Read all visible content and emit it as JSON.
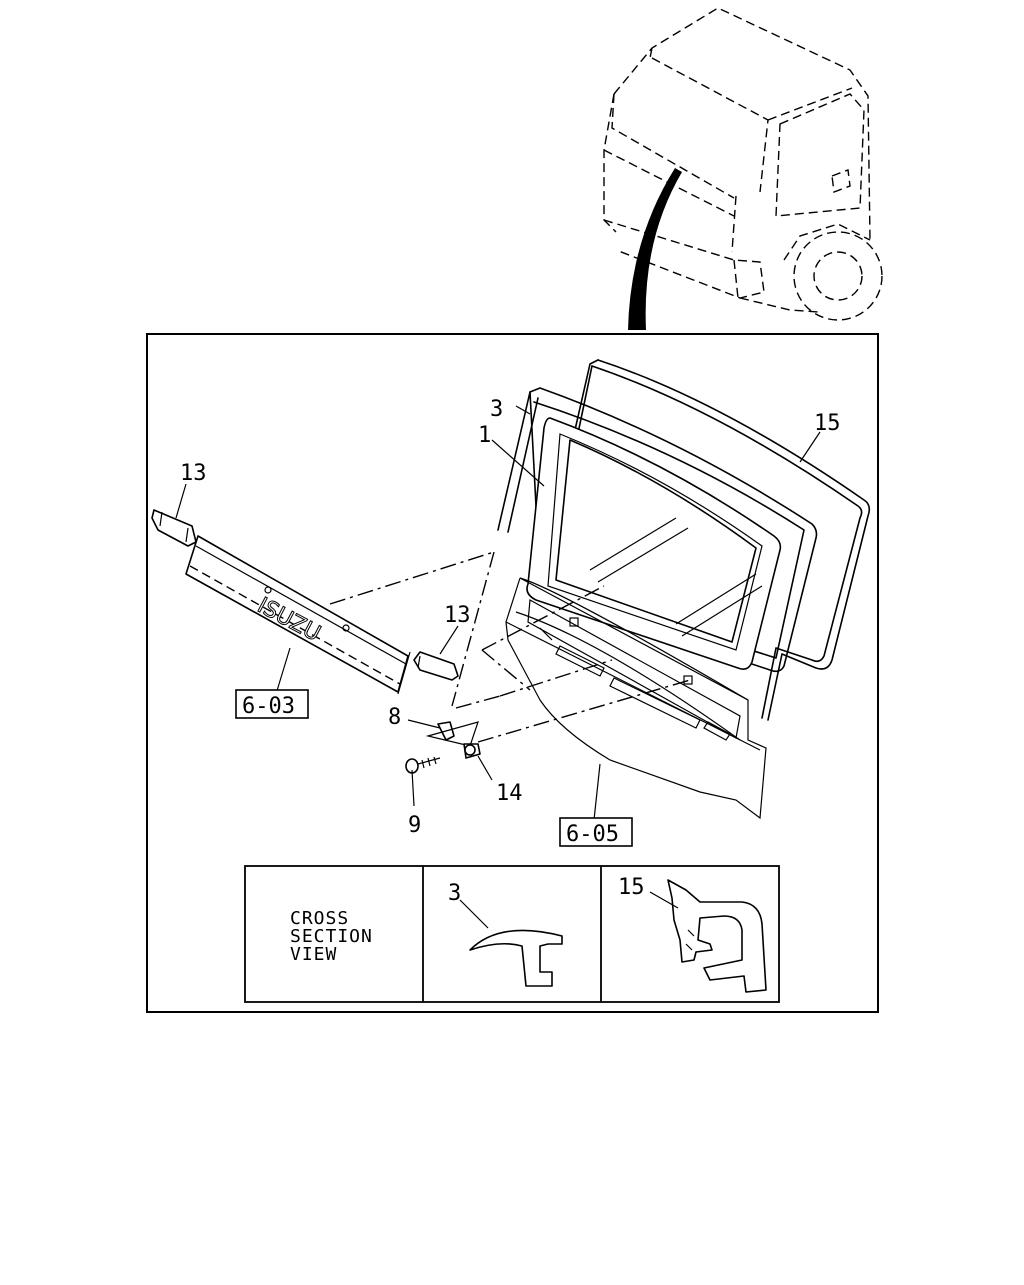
{
  "diagram": {
    "callouts": {
      "p1": "1",
      "p3": "3",
      "p15": "15",
      "p13_left": "13",
      "p13_right": "13",
      "p8": "8",
      "p9": "9",
      "p14": "14"
    },
    "references": {
      "left": "6-03",
      "right": "6-05"
    },
    "emblem_text": "ISUZU",
    "cross_section": {
      "title_line1": "CROSS",
      "title_line2": "SECTION",
      "title_line3": "VIEW",
      "label_3": "3",
      "label_15": "15"
    }
  }
}
